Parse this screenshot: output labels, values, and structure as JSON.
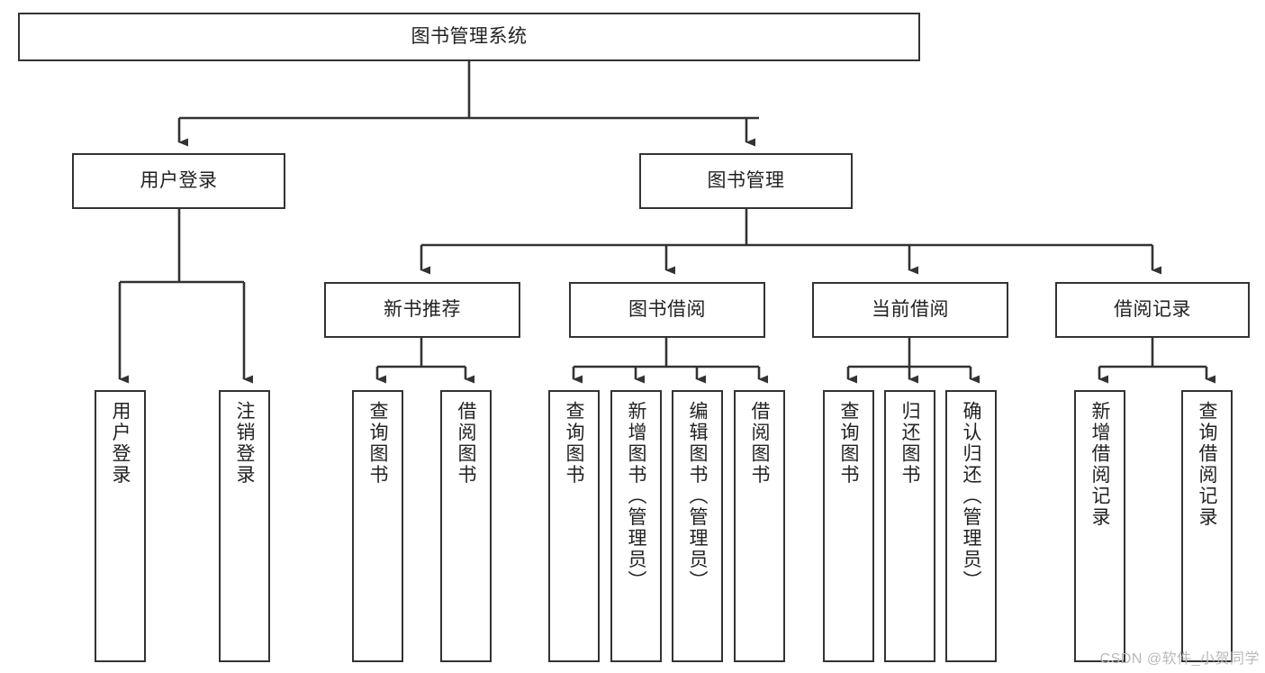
{
  "diagram": {
    "title_node": {
      "id": "root",
      "label": "图书管理系统"
    },
    "level2": [
      {
        "id": "user-login",
        "label": "用户登录"
      },
      {
        "id": "book-manage",
        "label": "图书管理"
      }
    ],
    "level3": [
      {
        "id": "new-book-rec",
        "label": "新书推荐"
      },
      {
        "id": "book-borrow",
        "label": "图书借阅"
      },
      {
        "id": "current-borrow",
        "label": "当前借阅"
      },
      {
        "id": "borrow-record",
        "label": "借阅记录"
      }
    ],
    "leaves": [
      {
        "id": "leaf-user-login",
        "label": "用户登录",
        "parent": "user-login"
      },
      {
        "id": "leaf-user-logout",
        "label": "注销登录",
        "parent": "user-login"
      },
      {
        "id": "leaf-query-book-1",
        "label": "查询图书",
        "parent": "new-book-rec"
      },
      {
        "id": "leaf-borrow-book-1",
        "label": "借阅图书",
        "parent": "new-book-rec"
      },
      {
        "id": "leaf-query-book-2",
        "label": "查询图书",
        "parent": "book-borrow"
      },
      {
        "id": "leaf-add-book",
        "label": "新增图书（管理员）",
        "parent": "book-borrow"
      },
      {
        "id": "leaf-edit-book",
        "label": "编辑图书（管理员）",
        "parent": "book-borrow"
      },
      {
        "id": "leaf-borrow-book-2",
        "label": "借阅图书",
        "parent": "book-borrow"
      },
      {
        "id": "leaf-query-book-3",
        "label": "查询图书",
        "parent": "current-borrow"
      },
      {
        "id": "leaf-return-book",
        "label": "归还图书",
        "parent": "current-borrow"
      },
      {
        "id": "leaf-confirm-return",
        "label": "确认归还（管理员）",
        "parent": "current-borrow"
      },
      {
        "id": "leaf-add-record",
        "label": "新增借阅记录",
        "parent": "borrow-record"
      },
      {
        "id": "leaf-query-record",
        "label": "查询借阅记录",
        "parent": "borrow-record"
      }
    ]
  },
  "watermark": {
    "text": "CSDN @软件_小贺同学"
  },
  "colors": {
    "stroke": "#333333",
    "background": "#ffffff",
    "text": "#222222",
    "watermark": "#b9b9b9"
  }
}
